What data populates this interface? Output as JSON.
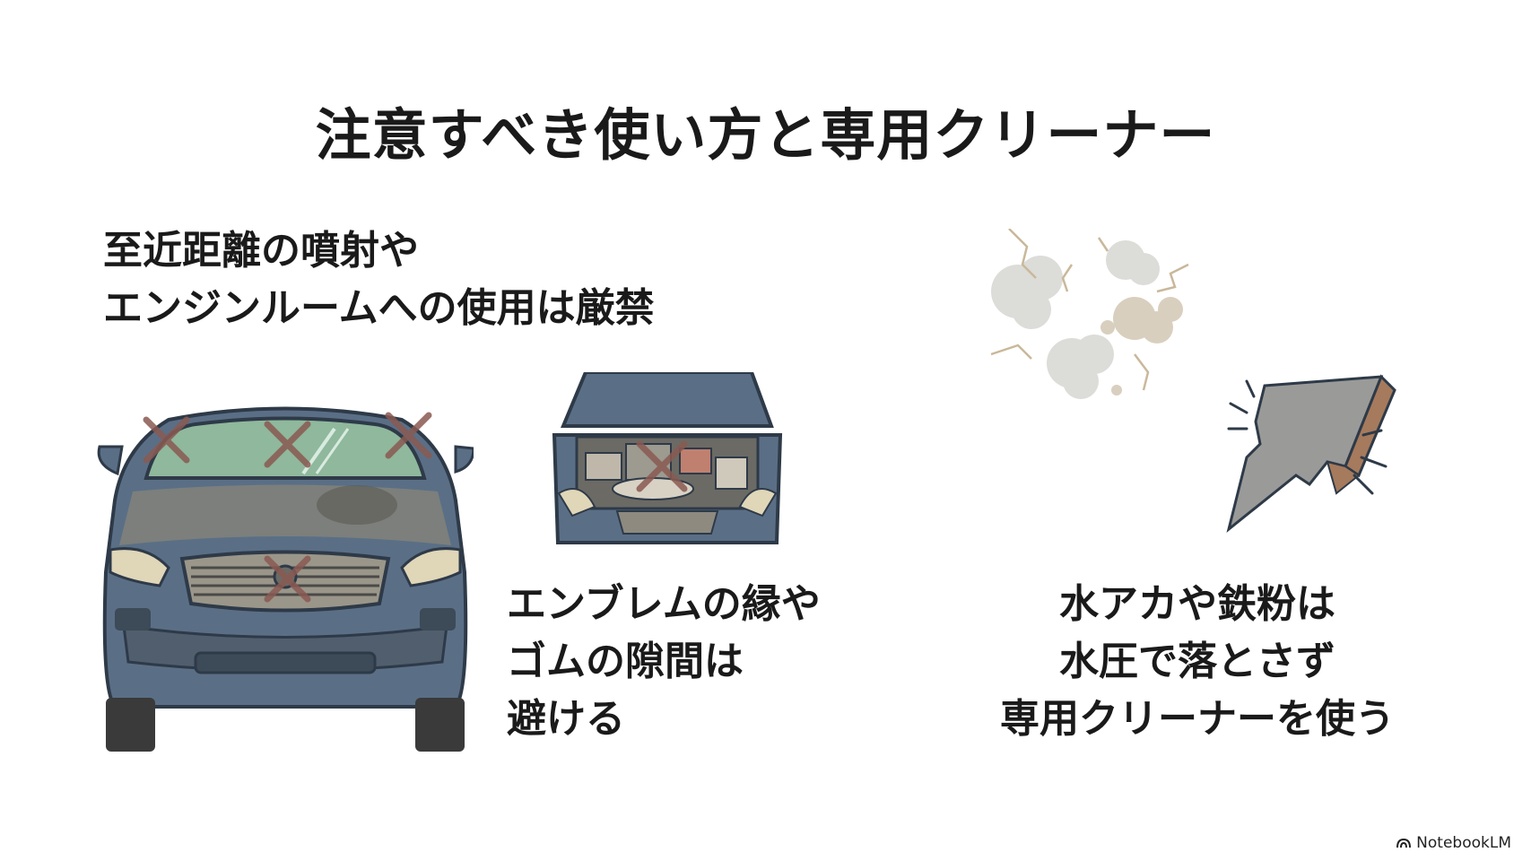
{
  "title": "注意すべき使い方と専用クリーナー",
  "warning": {
    "lines": [
      "至近距離の噴射や",
      "エンジンルームへの使用は厳禁"
    ]
  },
  "emblem": {
    "lines": [
      "エンブレムの縁や",
      "ゴムの隙間は",
      "避ける"
    ]
  },
  "cleaner": {
    "lines": [
      "水アカや鉄粉は",
      "水圧で落とさず",
      "専用クリーナーを使う"
    ]
  },
  "brand": {
    "label": "NotebookLM",
    "icon": "notebooklm-logo-icon"
  },
  "colors": {
    "car_body": "#5a6f86",
    "windshield": "#8fb89c",
    "x_mark": "#8a5a52",
    "rock": "#9a9a98",
    "rock_edge": "#a67a5c",
    "dust": "#d9cfbf"
  }
}
